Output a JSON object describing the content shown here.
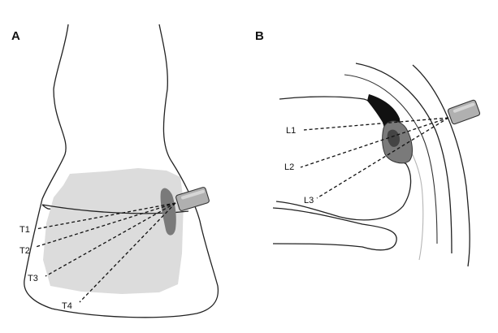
{
  "panels": [
    {
      "letter": "A",
      "lines": [
        "T1",
        "T2",
        "T3",
        "T4"
      ]
    },
    {
      "letter": "B",
      "lines": [
        "L1",
        "L2",
        "L3"
      ]
    }
  ],
  "colors": {
    "light_tissue": "#dcdcdc",
    "dark_tissue": "#7a7a7a",
    "black_tissue": "#111111",
    "probe_fill": "#b0b0b0"
  }
}
